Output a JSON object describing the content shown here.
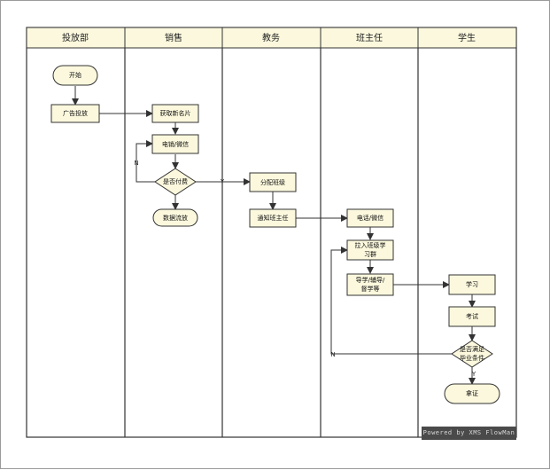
{
  "colors": {
    "node_fill": "#fbf8dd",
    "header_fill": "#fbf8dd",
    "stroke": "#333333",
    "watermark_bg": "#4a4a4a"
  },
  "lanes": [
    {
      "id": "lane-ad",
      "title": "投放部"
    },
    {
      "id": "lane-sales",
      "title": "销售"
    },
    {
      "id": "lane-academic",
      "title": "教务"
    },
    {
      "id": "lane-headteacher",
      "title": "班主任"
    },
    {
      "id": "lane-student",
      "title": "学生"
    }
  ],
  "nodes": {
    "start": {
      "label": "开始",
      "shape": "terminator"
    },
    "ad": {
      "label": "广告投放",
      "shape": "process"
    },
    "leads": {
      "label": "获取新名片",
      "shape": "process"
    },
    "phone_sales": {
      "label": "电销/微信",
      "shape": "process"
    },
    "paid": {
      "label": "是否付费",
      "shape": "decision"
    },
    "data_flow": {
      "label": "数据流放",
      "shape": "terminator"
    },
    "assign": {
      "label": "分配班级",
      "shape": "process"
    },
    "notify": {
      "label": "通知班主任",
      "shape": "process"
    },
    "phone_ht": {
      "label": "电话/微信",
      "shape": "process"
    },
    "group": {
      "label_lines": [
        "拉入班级学",
        "习群"
      ],
      "shape": "process"
    },
    "guide": {
      "label_lines": [
        "导学/辅导/",
        "督学等"
      ],
      "shape": "process"
    },
    "study": {
      "label": "学习",
      "shape": "process"
    },
    "exam": {
      "label": "考试",
      "shape": "process"
    },
    "graduate": {
      "label_lines": [
        "是否满足",
        "毕业条件"
      ],
      "shape": "decision"
    },
    "cert": {
      "label": "拿证",
      "shape": "terminator"
    }
  },
  "edge_labels": {
    "paid_no": "N",
    "paid_yes": "Y",
    "grad_no": "N",
    "grad_yes": "Y"
  },
  "watermark": "Powered by XMS FlowMan"
}
